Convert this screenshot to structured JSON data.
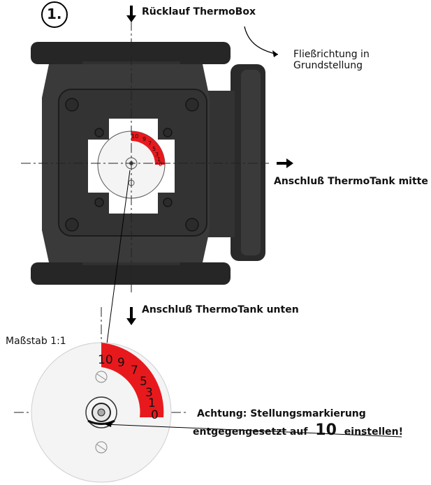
{
  "step_label": "1.",
  "labels": {
    "ruecklauf": "Rücklauf ThermoBox",
    "fliess": "Fließrichtung in",
    "grund": "Grundstellung",
    "mitte": "Anschluß ThermoTank mitte",
    "unten": "Anschluß ThermoTank unten",
    "massstab": "Maßstab 1:1",
    "achtung": "Achtung: Stellungsmarkierung",
    "entgegen": "entgegengesetzt auf",
    "zehn": "10",
    "einstellen": "einstellen!"
  },
  "scale_ticks": [
    "10",
    "9",
    "7",
    "5",
    "3",
    "1",
    "0"
  ],
  "colors": {
    "body": "#3b3b3b",
    "body_dark": "#262626",
    "scale_red": "#e8191d",
    "disc": "#f4f4f4"
  }
}
